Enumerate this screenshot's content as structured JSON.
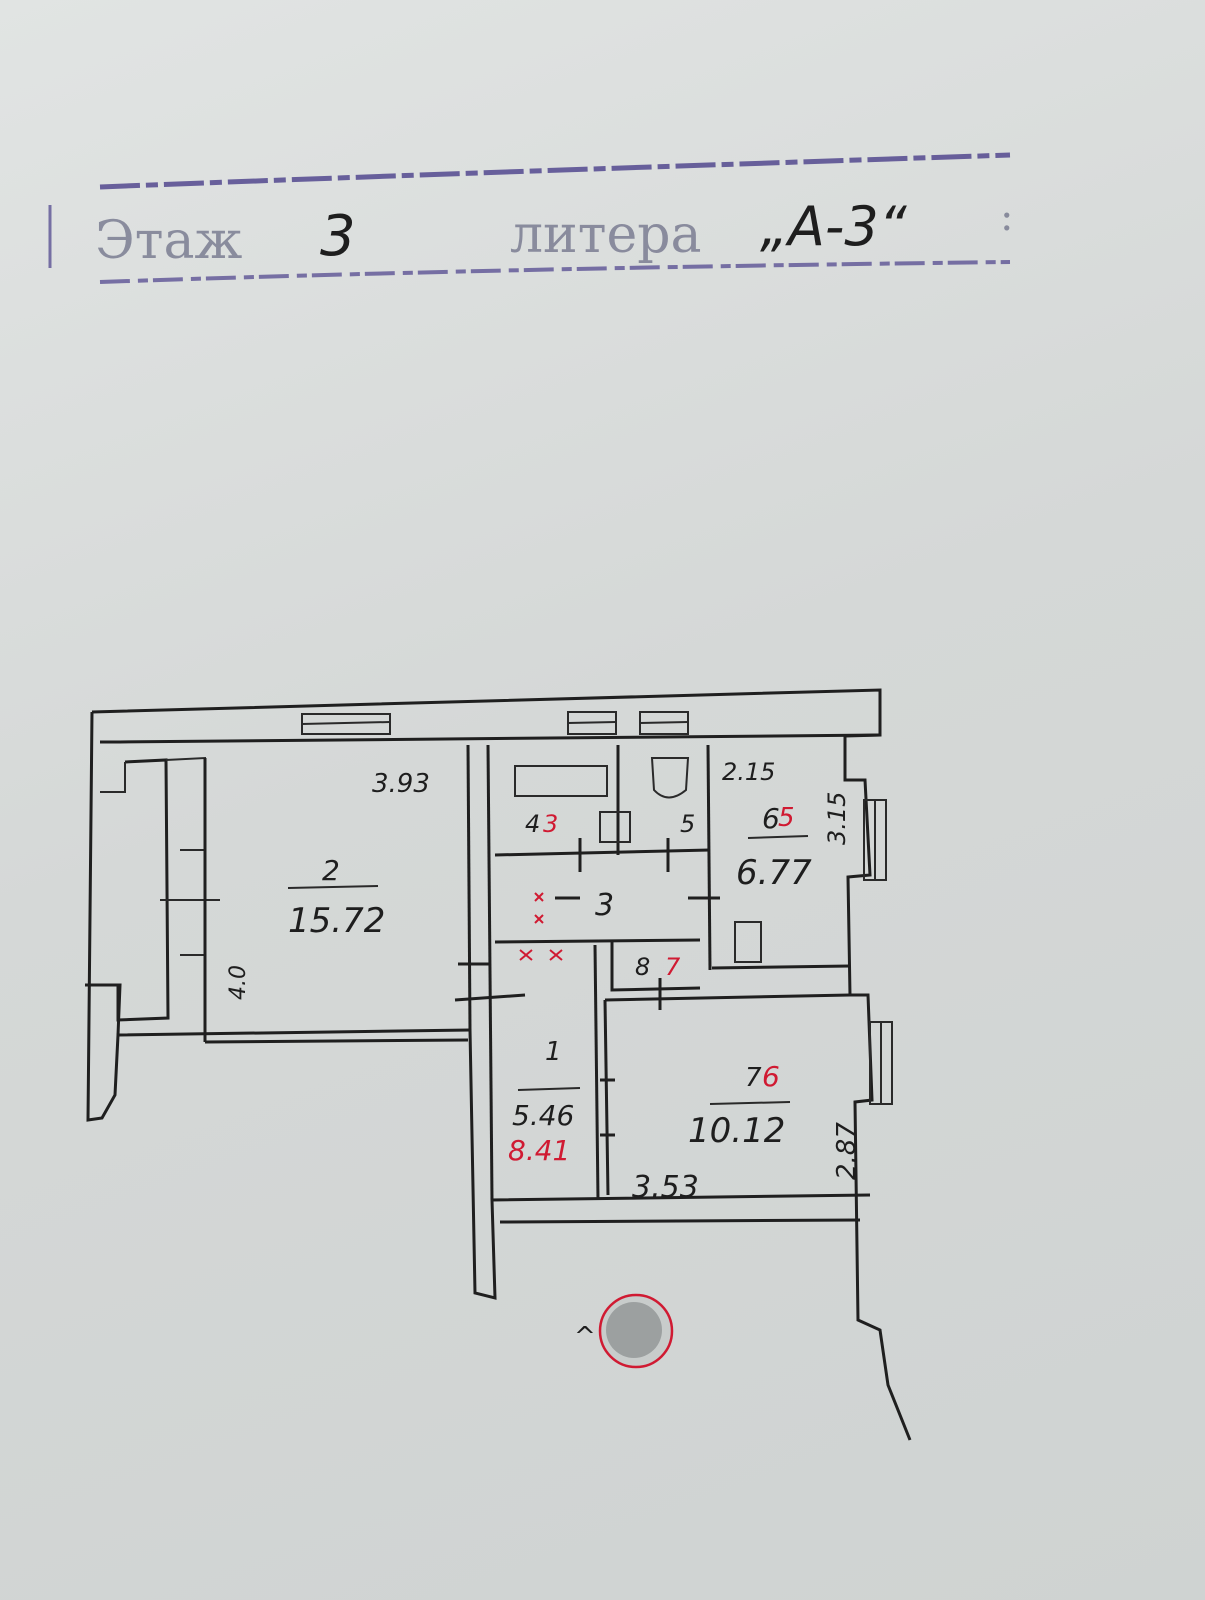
{
  "stamp": {
    "floor_word": "Этаж",
    "floor_value": "3",
    "litera_word": "литера",
    "litera_value": "„А-3“",
    "tail": ":"
  },
  "dimensions": {
    "top_left": "3.93",
    "top_right": "2.15",
    "left_side": "4.0",
    "right_upper": "3.15",
    "right_lower": "2.87",
    "bottom": "3.53"
  },
  "rooms": [
    {
      "number": "2",
      "area": "15.72"
    },
    {
      "number": "4",
      "area": ""
    },
    {
      "number": "5",
      "area": ""
    },
    {
      "number": "6",
      "area": "6.77"
    },
    {
      "number": "3",
      "area": ""
    },
    {
      "number": "8",
      "area": ""
    },
    {
      "number": "1",
      "area": "5.46"
    },
    {
      "number": "7",
      "area": "10.12"
    }
  ],
  "red_marks": {
    "room4": "3",
    "room6": "5",
    "room8": "7",
    "room7": "6",
    "room1_area": "8.41"
  },
  "entrance_mark": "^",
  "colors": {
    "paper": "#d9dcdb",
    "ink": "#1f1f1f",
    "red": "#d01a32",
    "stamp": "#6e7088"
  }
}
